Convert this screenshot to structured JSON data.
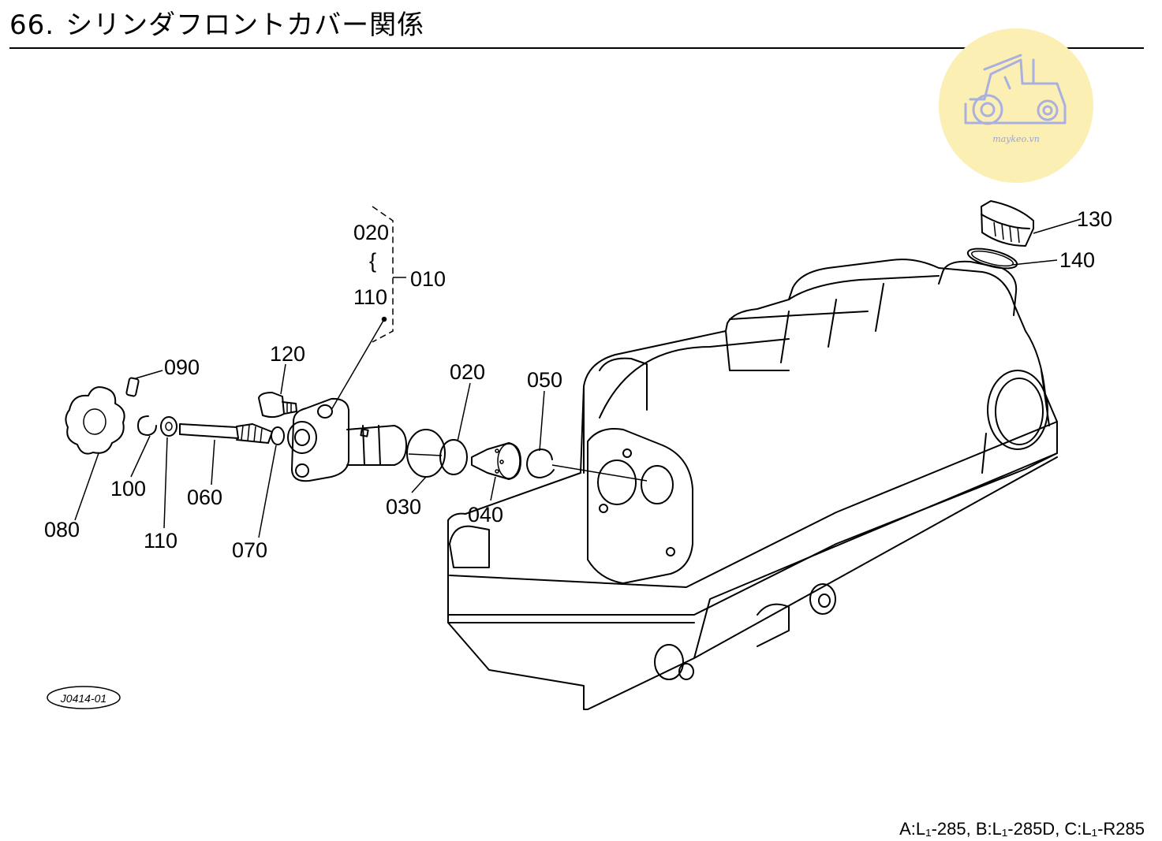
{
  "title": {
    "number": "66.",
    "text": "シリンダフロントカバー関係"
  },
  "labels": {
    "p010": "010",
    "p020_top": "020",
    "p020": "020",
    "p030": "030",
    "p040": "040",
    "p050": "050",
    "p060": "060",
    "p070": "070",
    "p080": "080",
    "p090": "090",
    "p100": "100",
    "p110_top": "110",
    "p110": "110",
    "p120": "120",
    "p130": "130",
    "p140": "140",
    "range_symbol": "{"
  },
  "drawing_code": "J0414-01",
  "footer": "A:L₁-285, B:L₁-285D, C:L₁-R285",
  "watermark": {
    "text": "maykeo.vn",
    "icon": "tractor-icon",
    "color": "#fcefb4"
  }
}
